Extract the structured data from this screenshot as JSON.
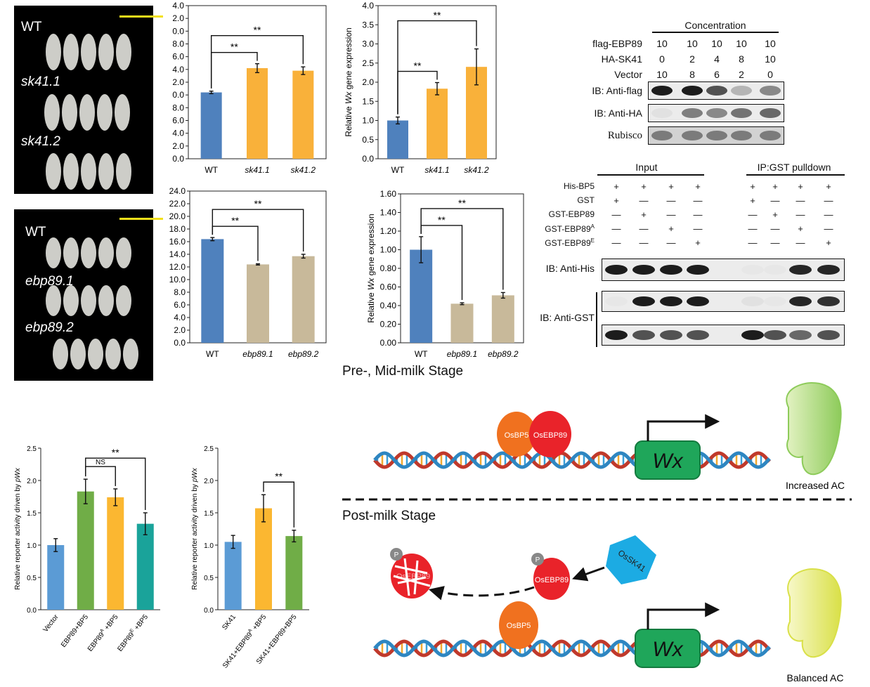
{
  "panel_a": {
    "photo_top": {
      "labels": [
        "WT",
        "sk41.1",
        "sk41.2"
      ]
    },
    "photo_bottom": {
      "labels": [
        "WT",
        "ebp89.1",
        "ebp89.2"
      ]
    }
  },
  "stage_pre": "Pre-, Mid-milk Stage",
  "stage_post": "Post-milk Stage",
  "western_a": {
    "concentration_label": "Concentration",
    "rows": [
      {
        "name": "flag-EBP89",
        "values": [
          "10",
          "10",
          "10",
          "10",
          "10"
        ]
      },
      {
        "name": "HA-SK41",
        "values": [
          "0",
          "2",
          "4",
          "8",
          "10"
        ]
      },
      {
        "name": "Vector",
        "values": [
          "10",
          "8",
          "6",
          "2",
          "0"
        ]
      }
    ],
    "blots": [
      "IB: Anti-flag",
      "IB: Anti-HA",
      "Rubisco"
    ]
  },
  "western_b": {
    "input_label": "Input",
    "pulldown_label": "IP:GST pulldown",
    "rows": [
      {
        "name": "His-BP5",
        "values": [
          "+",
          "+",
          "+",
          "+",
          "+",
          "+",
          "+",
          "+"
        ]
      },
      {
        "name": "GST",
        "values": [
          "+",
          "—",
          "—",
          "—",
          "+",
          "—",
          "—",
          "—"
        ]
      },
      {
        "name": "GST-EBP89",
        "values": [
          "—",
          "+",
          "—",
          "—",
          "—",
          "+",
          "—",
          "—"
        ]
      },
      {
        "name": "GST-EBP89",
        "sup": "A",
        "values": [
          "—",
          "—",
          "+",
          "—",
          "—",
          "—",
          "+",
          "—"
        ]
      },
      {
        "name": "GST-EBP89",
        "sup": "E",
        "values": [
          "—",
          "—",
          "—",
          "+",
          "—",
          "—",
          "—",
          "+"
        ]
      }
    ],
    "blots": [
      "IB: Anti-His",
      "IB: Anti-GST"
    ]
  },
  "model": {
    "top": {
      "proteins": [
        "OsBP5",
        "OsEBP89"
      ],
      "gene": "Wx",
      "outcome": "Increased AC"
    },
    "bottom": {
      "proteins": [
        "OsBP5",
        "OsEBP89",
        "OsSK41",
        "OsEBP89"
      ],
      "phospho": "P",
      "gene": "Wx",
      "outcome": "Balanced AC"
    }
  },
  "chart_data": [
    {
      "type": "bar",
      "categories": [
        "WT",
        "sk41.1",
        "sk41.2"
      ],
      "values": [
        5.2,
        7.1,
        6.9
      ],
      "errors": [
        0.1,
        0.35,
        0.3
      ],
      "colors": [
        "#4f81bd",
        "#f9b13a",
        "#f9b13a"
      ],
      "yticks": [
        "0.0",
        "2.0",
        "4.0",
        "6.0",
        "8.0",
        "0.0",
        "2.0",
        "4.0",
        "6.0",
        "8.0",
        "0.0",
        "2.0",
        "4.0"
      ],
      "ylim": [
        0,
        12
      ],
      "ylabel": "",
      "significance": [
        {
          "from": 0,
          "to": 1,
          "text": "**"
        },
        {
          "from": 0,
          "to": 2,
          "text": "**"
        }
      ]
    },
    {
      "type": "bar",
      "categories": [
        "WT",
        "sk41.1",
        "sk41.2"
      ],
      "values": [
        1.0,
        1.83,
        2.4
      ],
      "errors": [
        0.09,
        0.16,
        0.47
      ],
      "colors": [
        "#4f81bd",
        "#f9b13a",
        "#f9b13a"
      ],
      "yticks": [
        "0.0",
        "0.5",
        "1.0",
        "1.5",
        "2.0",
        "2.5",
        "3.0",
        "3.5",
        "4.0"
      ],
      "ylim": [
        0,
        4
      ],
      "ylabel": "Relative Wx gene expression",
      "significance": [
        {
          "from": 0,
          "to": 1,
          "text": "**"
        },
        {
          "from": 0,
          "to": 2,
          "text": "**"
        }
      ]
    },
    {
      "type": "bar",
      "categories": [
        "WT",
        "ebp89.1",
        "ebp89.2"
      ],
      "values": [
        16.4,
        12.4,
        13.7
      ],
      "errors": [
        0.25,
        0.1,
        0.3
      ],
      "colors": [
        "#4f81bd",
        "#c8b99a",
        "#c8b99a"
      ],
      "yticks": [
        "0.0",
        "2.0",
        "4.0",
        "6.0",
        "8.0",
        "10.0",
        "12.0",
        "14.0",
        "16.0",
        "18.0",
        "20.0",
        "22.0",
        "24.0"
      ],
      "ylim": [
        0,
        24
      ],
      "ylabel": "",
      "significance": [
        {
          "from": 0,
          "to": 1,
          "text": "**"
        },
        {
          "from": 0,
          "to": 2,
          "text": "**"
        }
      ]
    },
    {
      "type": "bar",
      "categories": [
        "WT",
        "ebp89.1",
        "ebp89.2"
      ],
      "values": [
        1.0,
        0.42,
        0.51
      ],
      "errors": [
        0.14,
        0.01,
        0.03
      ],
      "colors": [
        "#4f81bd",
        "#c8b99a",
        "#c8b99a"
      ],
      "yticks": [
        "0.00",
        "0.20",
        "0.40",
        "0.60",
        "0.80",
        "1.00",
        "1.20",
        "1.40",
        "1.60"
      ],
      "ylim": [
        0,
        1.6
      ],
      "ylabel": "Relative Wx gene expression",
      "significance": [
        {
          "from": 0,
          "to": 1,
          "text": "**"
        },
        {
          "from": 0,
          "to": 2,
          "text": "**"
        }
      ]
    },
    {
      "type": "bar",
      "categories": [
        "Vector",
        "EBP89+BP5",
        "EBP89A+BP5",
        "EBP89E+BP5"
      ],
      "values": [
        1.0,
        1.83,
        1.74,
        1.33
      ],
      "errors": [
        0.1,
        0.19,
        0.13,
        0.17
      ],
      "colors": [
        "#5b9bd5",
        "#70ad47",
        "#fbb731",
        "#1aa39a"
      ],
      "yticks": [
        "0.0",
        "0.5",
        "1.0",
        "1.5",
        "2.0",
        "2.5"
      ],
      "ylim": [
        0,
        2.5
      ],
      "ylabel": "Relative reporter activity driven by pWx",
      "significance": [
        {
          "from": 1,
          "to": 2,
          "text": "NS"
        },
        {
          "from": 1,
          "to": 3,
          "text": "**"
        }
      ]
    },
    {
      "type": "bar",
      "categories": [
        "SK41",
        "SK41+EBP89A+BP5",
        "SK41+EBP89+BP5"
      ],
      "values": [
        1.05,
        1.57,
        1.14
      ],
      "errors": [
        0.1,
        0.21,
        0.09
      ],
      "colors": [
        "#5b9bd5",
        "#fbb731",
        "#70ad47"
      ],
      "yticks": [
        "0.0",
        "0.5",
        "1.0",
        "1.5",
        "2.0",
        "2.5"
      ],
      "ylim": [
        0,
        2.5
      ],
      "ylabel": "Relative reporter activity driven by pWx",
      "significance": [
        {
          "from": 1,
          "to": 2,
          "text": "**"
        }
      ]
    }
  ]
}
